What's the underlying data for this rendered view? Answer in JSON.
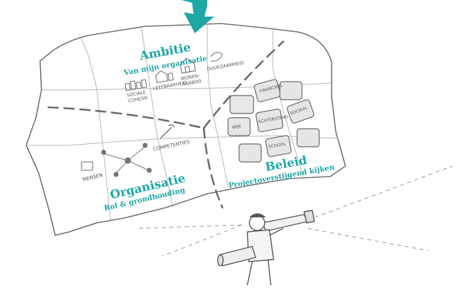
{
  "colors": {
    "accent": "#1fa6a6",
    "ink": "#555555",
    "line": "#7a7a7a",
    "paper": "#ffffff",
    "shade": "#e8e8e8"
  },
  "ambitie": {
    "title": "Ambitie",
    "subtitle": "Van mijn organisatie",
    "icons": [
      "Sociale cohesie",
      "Leefbaarheid",
      "Wonen-aanbod",
      "Duurzaamheid"
    ],
    "labels": [
      "SOCIALE",
      "COHESIE",
      "LEEFBAARHEID",
      "WONEN-",
      "AANBOD",
      "DUURZAAMHEID"
    ]
  },
  "organisatie": {
    "title": "Organisatie",
    "subtitle": "Rol & grondhouding",
    "labels": [
      "MENSEN",
      "COMPETENTIES"
    ]
  },
  "beleid": {
    "title": "Beleid",
    "subtitle": "Projectoverstijgend kijken",
    "puzzle_labels": [
      "FINANCIEEL",
      "WIJK",
      "ACHTERSTAND",
      "SOCIAAL",
      "SCHOOL"
    ]
  },
  "figure": {
    "description_icon": "person-with-telescope-icon"
  },
  "arrow": {
    "icon": "down-arrow-icon"
  }
}
